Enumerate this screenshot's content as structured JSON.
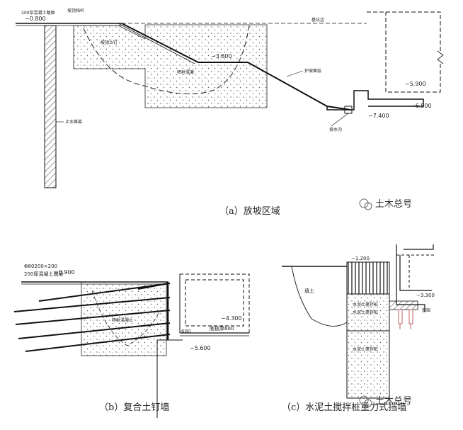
{
  "diagram_a": {
    "caption": "（a）放坡区域",
    "labels": {
      "top_left": "200厚混凝土路面",
      "elev_left": "−0.800",
      "top_mid": "坡顶挡杆",
      "slope_label": "坡顶土钉",
      "mid_box": "−3.800",
      "mid_label": "喷射混凝",
      "protect": "护坡面层",
      "right_top": "基坑边",
      "elev_r1": "−5.900",
      "elev_r2": "−6.500",
      "elev_r3": "−7.400",
      "drain": "排水沟",
      "pile": "止水帷幕"
    }
  },
  "diagram_b": {
    "caption": "（b）复合土钉墙",
    "labels": {
      "spec1": "Φ80200×200",
      "spec2": "200厚混凝土面层",
      "elev_top": "−0.900",
      "mid": "喷射混凝土",
      "elev_r": "−4.300",
      "bottom": "底板厚600",
      "left_600": "600",
      "elev_bot": "−5.600"
    }
  },
  "diagram_c": {
    "caption": "（c）水泥土搅拌桩重力式挡墙",
    "labels": {
      "elev_top": "−1.200",
      "soil": "填土",
      "upper_block": "水泥土搅拌桩",
      "upper_block2": "水泥土搅拌桩",
      "lower_block": "水泥土搅拌桩",
      "elev_r": "−3.300",
      "side": "基础"
    }
  },
  "watermark": "土木总号"
}
